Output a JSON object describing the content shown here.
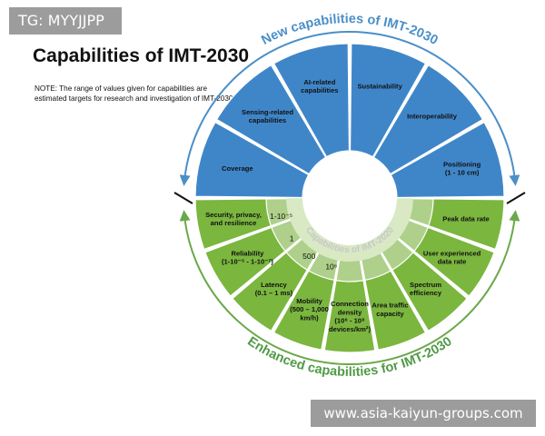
{
  "tag": "TG: MYYJJPP",
  "title": "Capabilities of IMT-2030",
  "note": "NOTE: The range of values given for capabilities are estimated targets for research and investigation of IMT-2030.",
  "watermark": "www.asia-kaiyun-groups.com",
  "arc_new": "New capabilities of IMT-2030",
  "arc_enhanced": "Enhanced capabilities for IMT-2030",
  "ring_label": "Capabilities of IMT-2020",
  "colors": {
    "blue": "#3f86c9",
    "green": "#7bb63f",
    "light_green": "#aed08a",
    "pale_green": "#d8e9c4",
    "arc_blue": "#4a8fc8",
    "arc_green": "#6aa94a"
  },
  "new_capabilities": [
    {
      "lines": [
        "Coverage"
      ]
    },
    {
      "lines": [
        "Sensing-related",
        "capabilities"
      ]
    },
    {
      "lines": [
        "AI-related",
        "capabilities"
      ]
    },
    {
      "lines": [
        "Sustainability"
      ]
    },
    {
      "lines": [
        "Interoperability"
      ]
    },
    {
      "lines": [
        "Positioning",
        "(1 - 10 cm)"
      ]
    }
  ],
  "enhanced_capabilities": [
    {
      "lines": [
        "Peak data rate"
      ]
    },
    {
      "lines": [
        "User experienced",
        "data rate"
      ]
    },
    {
      "lines": [
        "Spectrum",
        "efficiency"
      ]
    },
    {
      "lines": [
        "Area traffic",
        "capacity"
      ]
    },
    {
      "lines": [
        "Connection",
        "density",
        "(10⁶ - 10⁸",
        "devices/km²)"
      ]
    },
    {
      "lines": [
        "Mobility",
        "(500 – 1,000",
        "km/h)"
      ]
    },
    {
      "lines": [
        "Latency",
        "(0.1 – 1 ms)"
      ]
    },
    {
      "lines": [
        "Reliability",
        "(1-10⁻⁵ - 1-10⁻⁷)"
      ]
    },
    {
      "lines": [
        "Security, privacy,",
        "and resilience"
      ]
    }
  ],
  "imt2020_values": [
    "1-10⁻⁵",
    "1",
    "500",
    "10⁶"
  ]
}
